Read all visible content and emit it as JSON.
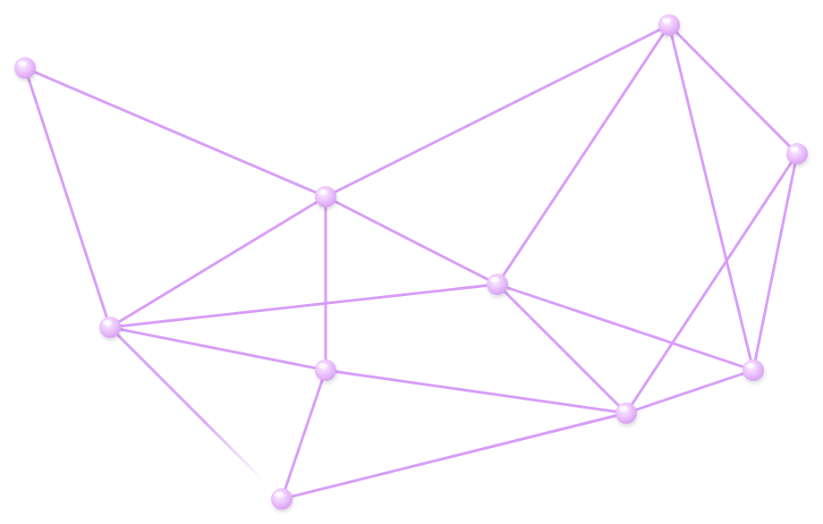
{
  "network": {
    "colors": {
      "edge": "#d69af8",
      "node_light": "#fbf1ff",
      "node_mid": "#ecc4fb",
      "node_dark": "#d9a2f5",
      "node_highlight": "#ffffff"
    },
    "nodes": [
      {
        "id": "n1"
      },
      {
        "id": "n2"
      },
      {
        "id": "n3"
      },
      {
        "id": "n4"
      },
      {
        "id": "n5"
      },
      {
        "id": "n6"
      },
      {
        "id": "n7"
      },
      {
        "id": "n8"
      },
      {
        "id": "n9"
      },
      {
        "id": "n10"
      },
      {
        "id": "n11"
      }
    ],
    "edges": [
      {
        "from": "n1",
        "to": "n2"
      },
      {
        "from": "n1",
        "to": "n5"
      },
      {
        "from": "n2",
        "to": "n3"
      },
      {
        "from": "n2",
        "to": "n5"
      },
      {
        "from": "n2",
        "to": "n6"
      },
      {
        "from": "n2",
        "to": "n7"
      },
      {
        "from": "n3",
        "to": "n4"
      },
      {
        "from": "n3",
        "to": "n7"
      },
      {
        "from": "n3",
        "to": "n8"
      },
      {
        "from": "n4",
        "to": "n8"
      },
      {
        "from": "n4",
        "to": "n9"
      },
      {
        "from": "n5",
        "to": "n7"
      },
      {
        "from": "n5",
        "to": "n6"
      },
      {
        "from": "n5",
        "to": "n10",
        "fade": true
      },
      {
        "from": "n6",
        "to": "n9"
      },
      {
        "from": "n6",
        "to": "n10"
      },
      {
        "from": "n7",
        "to": "n8"
      },
      {
        "from": "n7",
        "to": "n9"
      },
      {
        "from": "n9",
        "to": "n11"
      },
      {
        "from": "n8",
        "to": "n9"
      },
      {
        "from": "n10",
        "to": "n9",
        "fade": true
      }
    ]
  }
}
